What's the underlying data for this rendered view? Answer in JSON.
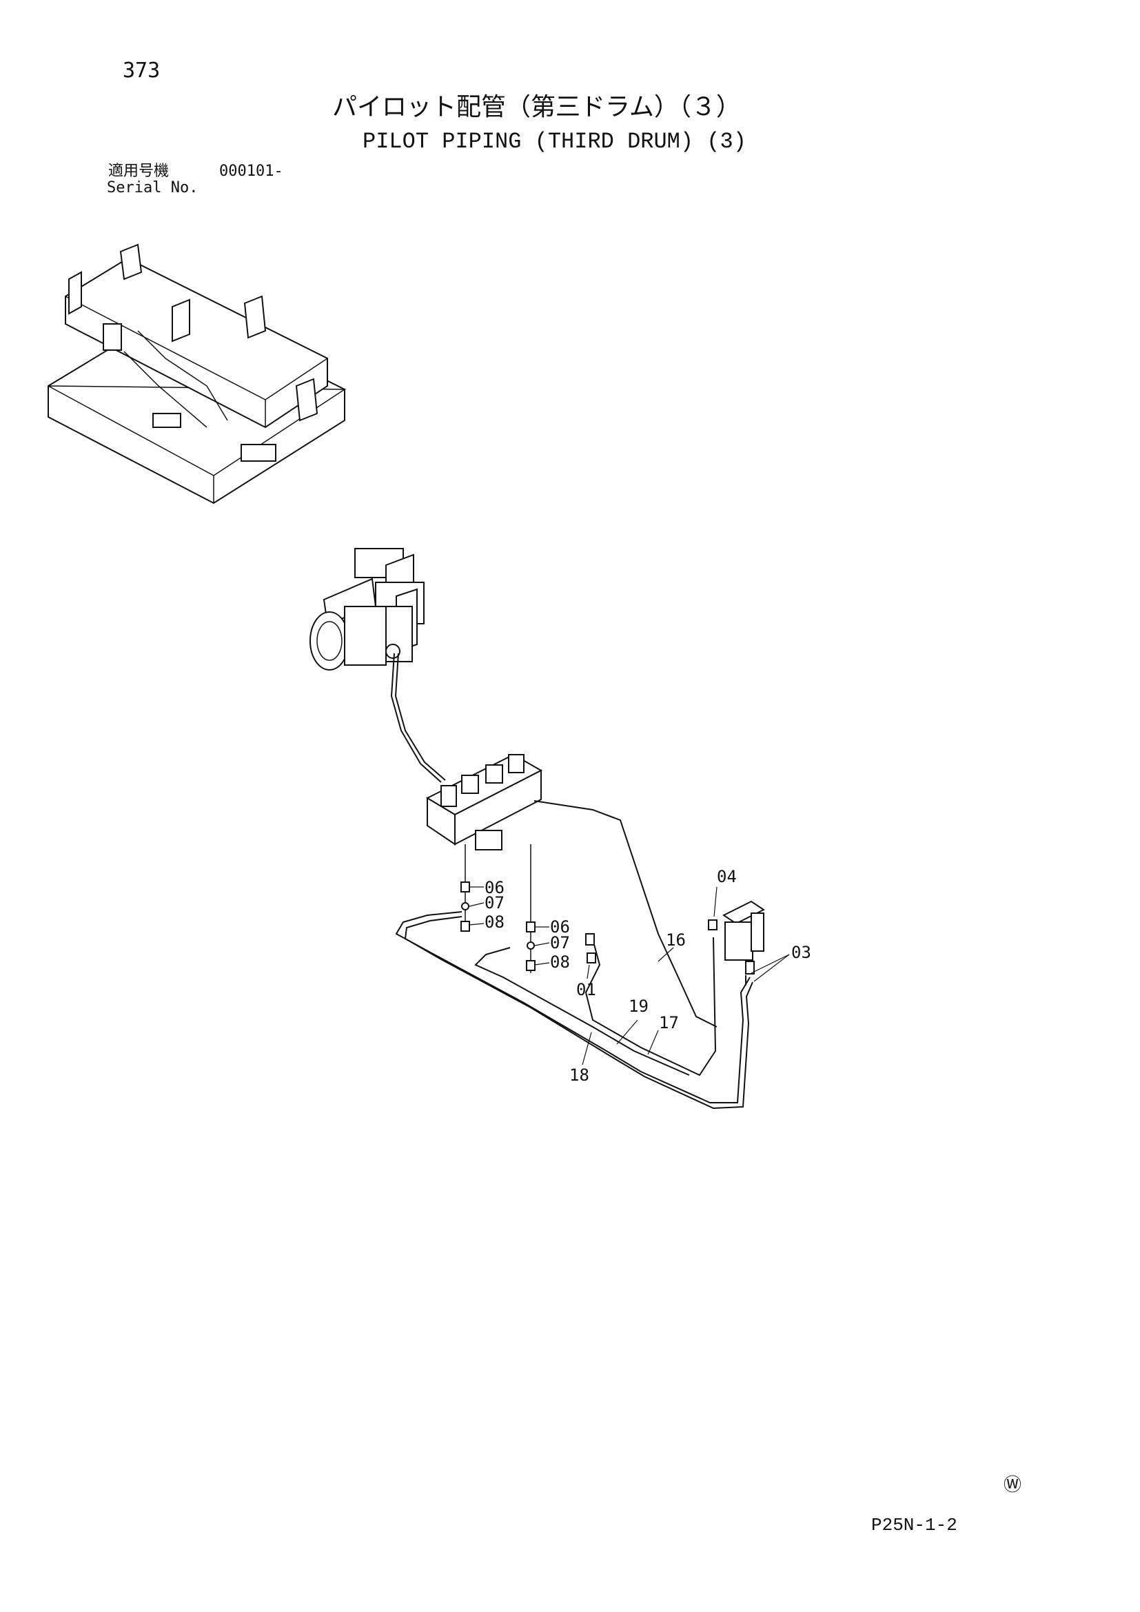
{
  "header": {
    "page_number": "373",
    "title_jp": "パイロット配管（第三ドラム）（３）",
    "title_en": "PILOT PIPING (THIRD DRUM) (3)"
  },
  "serial": {
    "label_jp": "適用号機",
    "value": "000101-",
    "label_en": "Serial No."
  },
  "callouts": [
    "01",
    "03",
    "04",
    "06",
    "07",
    "08",
    "06",
    "07",
    "08",
    "16",
    "17",
    "18",
    "19"
  ],
  "footer": {
    "mark": "Ⓦ",
    "page_code": "P25N-1-2"
  }
}
